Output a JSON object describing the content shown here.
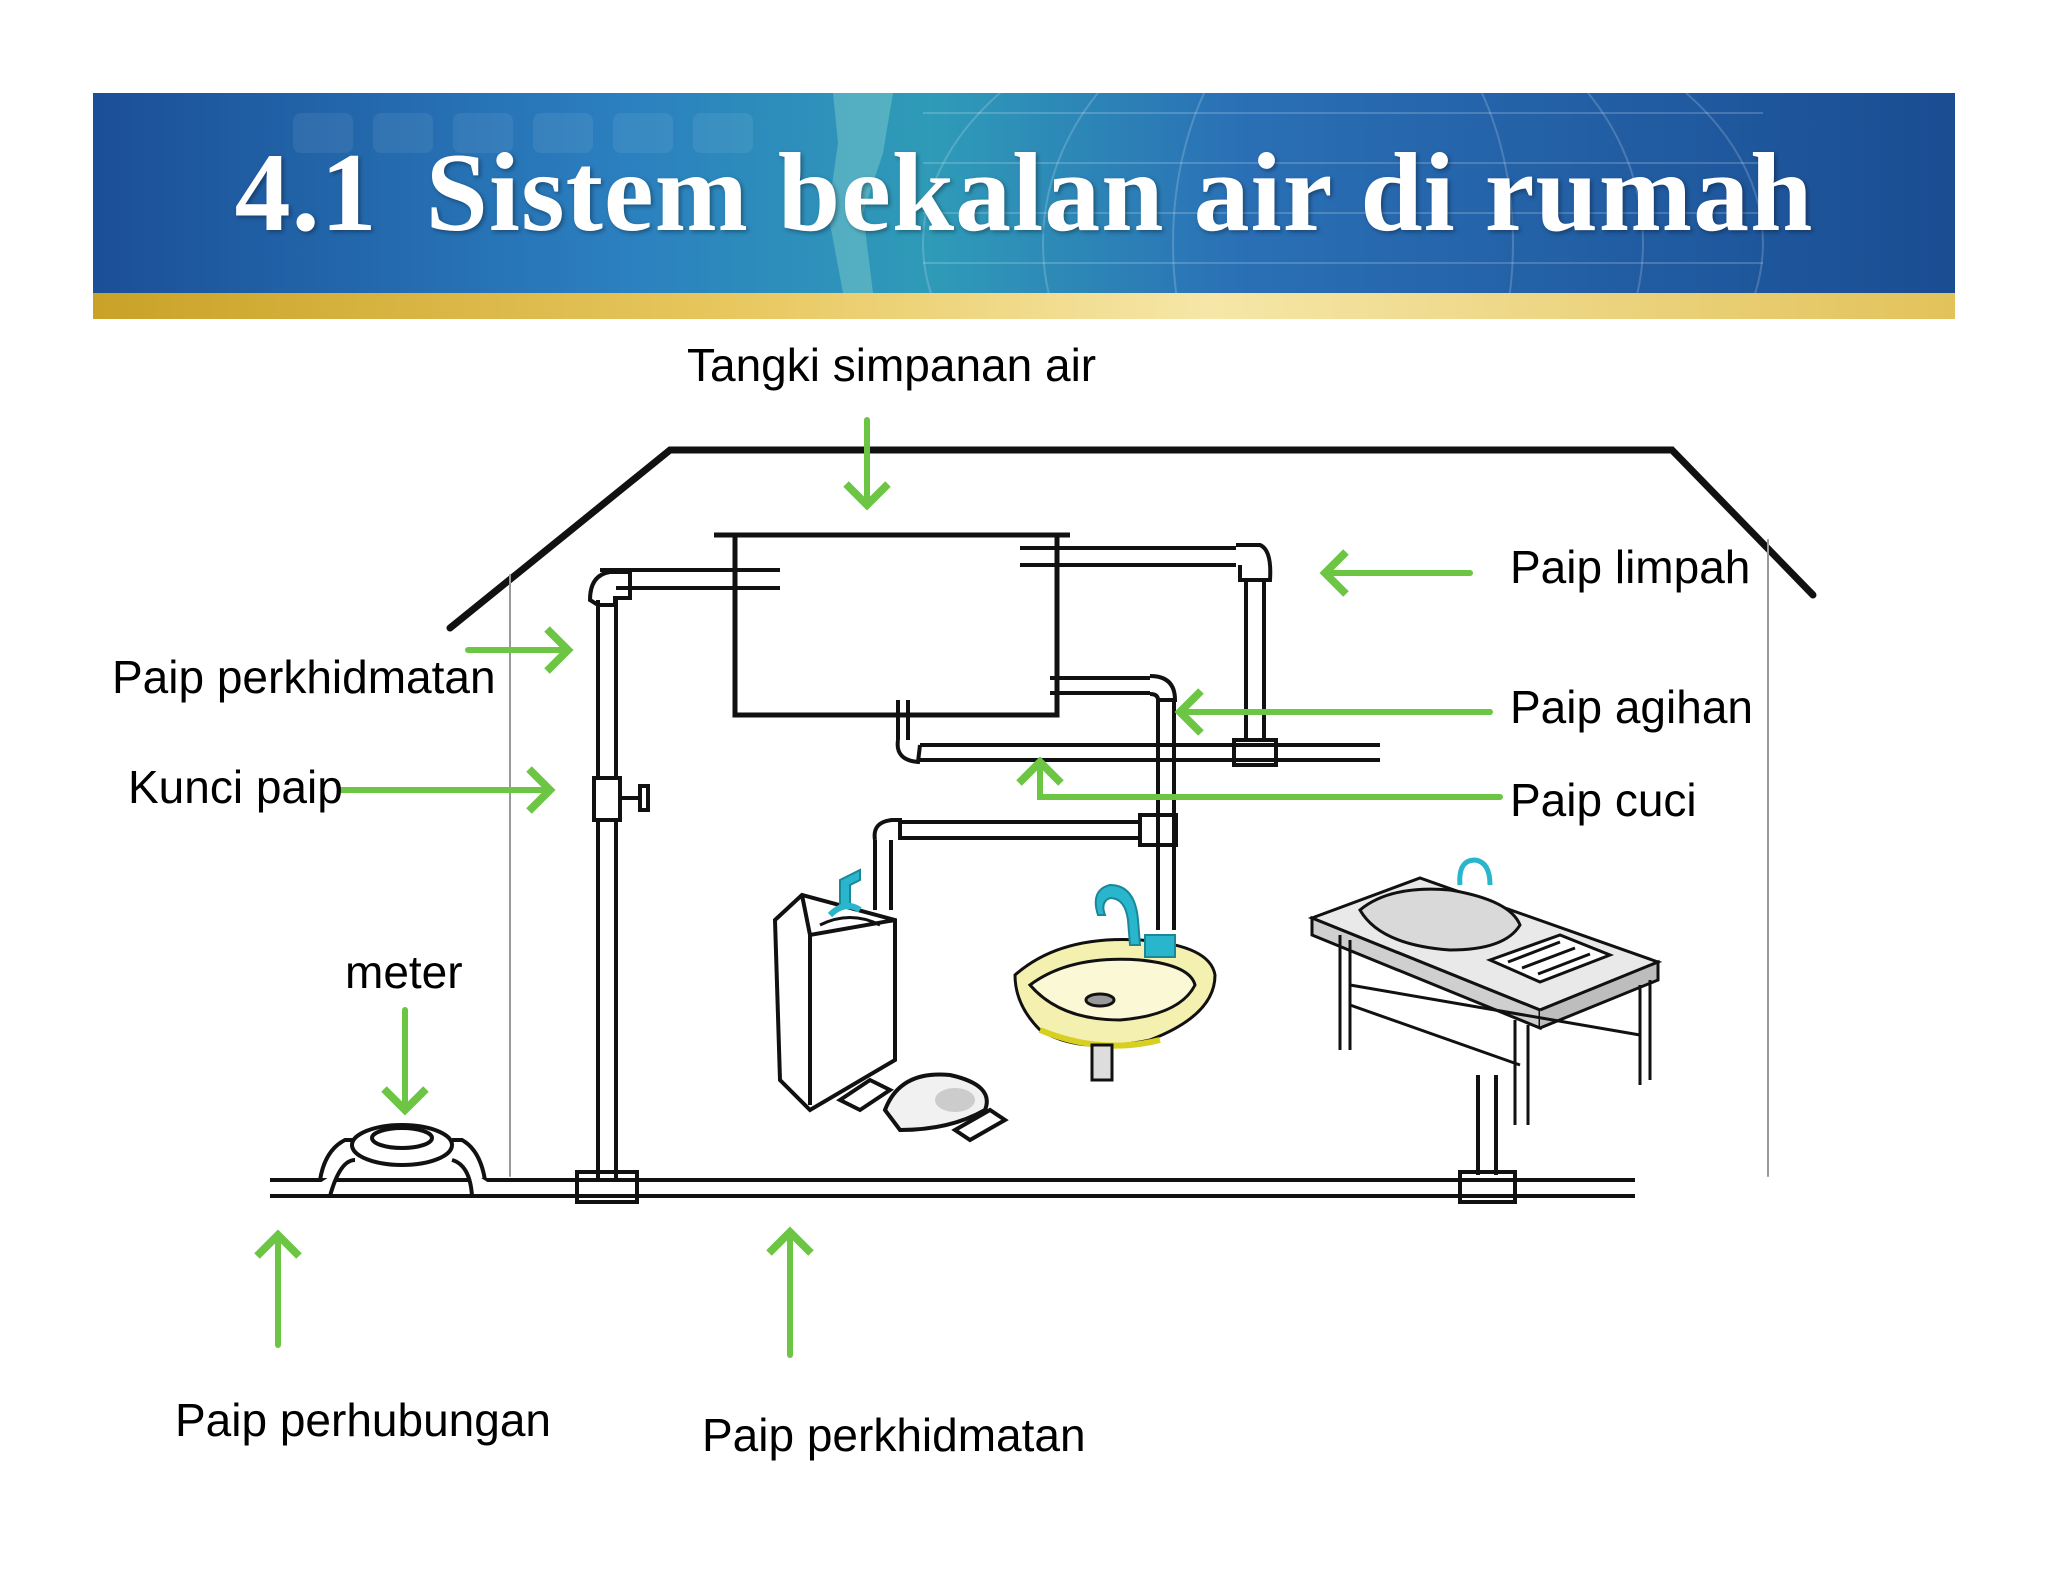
{
  "header": {
    "title_number": "4.1",
    "title_text": "Sistem bekalan air di rumah"
  },
  "labels": {
    "tank": "Tangki simpanan air",
    "overflow_pipe": "Paip limpah",
    "service_pipe_top": "Paip perkhidmatan",
    "distribution_pipe": "Paip agihan",
    "stop_valve": "Kunci paip",
    "washout_pipe": "Paip cuci",
    "meter": "meter",
    "connection_pipe": "Paip perhubungan",
    "service_pipe_bottom": "Paip perkhidmatan"
  },
  "colors": {
    "arrow": "#6cc644",
    "pipe": "#111111",
    "tap": "#29b5cc",
    "basin": "#f4f0b0",
    "banner_gold": "#e8c860"
  }
}
